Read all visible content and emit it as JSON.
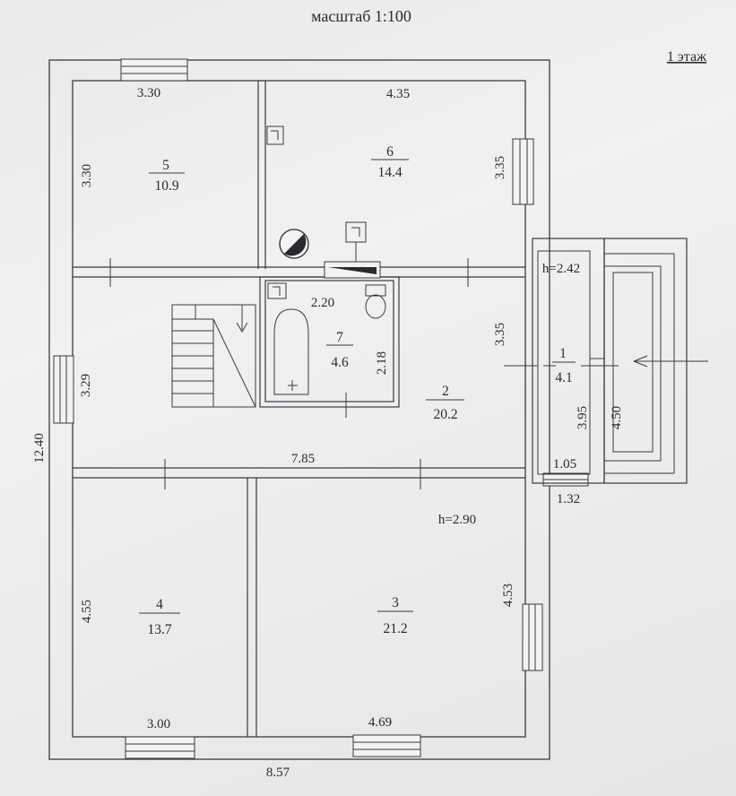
{
  "header": {
    "scale": "масштаб 1:100",
    "floor": "1 этаж"
  },
  "rooms": [
    {
      "number": "1",
      "area": "4.1"
    },
    {
      "number": "2",
      "area": "20.2"
    },
    {
      "number": "3",
      "area": "21.2"
    },
    {
      "number": "4",
      "area": "13.7"
    },
    {
      "number": "5",
      "area": "10.9"
    },
    {
      "number": "6",
      "area": "14.4"
    },
    {
      "number": "7",
      "area": "4.6"
    }
  ],
  "heights": {
    "vestibule": "h=2.42",
    "main": "h=2.90"
  },
  "dimensions": {
    "room5_width": "3.30",
    "room5_height": "3.30",
    "room6_width": "4.35",
    "room6_height": "3.35",
    "bathroom_width": "2.20",
    "bathroom_height": "2.18",
    "hall_right": "3.35",
    "hall_left": "3.29",
    "hall_length": "7.85",
    "total_height": "12.40",
    "total_width": "8.57",
    "room4_width": "3.00",
    "room4_height": "4.55",
    "room3_width": "4.69",
    "room3_height": "4.53",
    "vestibule_inner_height": "3.95",
    "vestibule_outer_height": "4.50",
    "vestibule_inner_width": "1.05",
    "vestibule_outer_width": "1.32"
  }
}
